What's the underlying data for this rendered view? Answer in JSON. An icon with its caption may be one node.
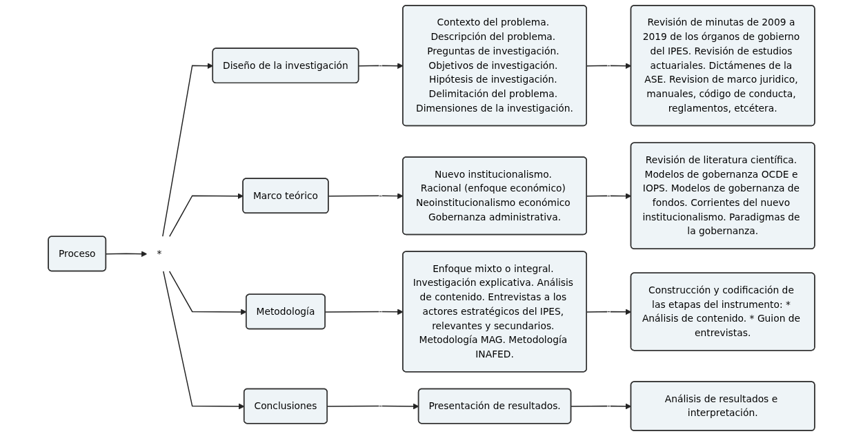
{
  "diagram": {
    "nodes": [
      {
        "text": [
          "Proceso"
        ]
      },
      {
        "text": [
          "*"
        ]
      },
      {
        "text": [
          "Diseño de la investigación"
        ]
      },
      {
        "text": [
          "Contexto del problema. Descripción del problema. Preguntas de investigación. Objetivos de investigación. Hipótesis de investigación. Delimitación del problema. Dimensiones de la investigación."
        ]
      },
      {
        "text": [
          "Revisión de minutas de 2009 a 2019 de los órganos de gobierno del IPES. Revisión de estudios actuariales. Dictámenes de la ASE. Revision de marco juridico, manuales, código de conducta, reglamentos, etcétera."
        ]
      },
      {
        "text": [
          "Marco teórico"
        ]
      },
      {
        "text": [
          "Nuevo institucionalismo. Racional (enfoque económico) Neoinstitucionalismo económico Gobernanza administrativa."
        ]
      },
      {
        "text": [
          "Revisión de literatura científica. Modelos de gobernanza OCDE e IOPS. Modelos de gobernanza de fondos. Corrientes del nuevo institucionalismo. Paradigmas de la gobernanza."
        ]
      },
      {
        "text": [
          "Metodología"
        ]
      },
      {
        "text": [
          "Enfoque mixto o integral. Investigación explicativa. Análisis de contenido. Entrevistas a los actores estratégicos del IPES, relevantes y secundarios. Metodología MAG. Metodología INAFED."
        ]
      },
      {
        "text": [
          "Construcción y codificación de las etapas del instrumento: * Análisis de contenido. * Guion de entrevistas."
        ]
      },
      {
        "text": [
          "Conclusiones"
        ]
      },
      {
        "text": [
          "Presentación de resultados."
        ]
      },
      {
        "text": [
          "Análisis de resultados e interpretación."
        ]
      }
    ],
    "edges": [
      {
        "from": 0,
        "to": 1,
        "arrow": "to"
      },
      {
        "from": 1,
        "to": 2,
        "arrow": "to"
      },
      {
        "from": 1,
        "to": 5,
        "arrow": "to"
      },
      {
        "from": 1,
        "to": 8,
        "arrow": "to"
      },
      {
        "from": 1,
        "to": 11,
        "arrow": "to"
      },
      {
        "from": 2,
        "to": 3,
        "arrow": "to",
        "label": "-"
      },
      {
        "from": 3,
        "to": 4,
        "arrow": "to",
        "label": "-"
      },
      {
        "from": 5,
        "to": 6,
        "arrow": "to",
        "label": "-"
      },
      {
        "from": 6,
        "to": 7,
        "arrow": "to",
        "label": "-"
      },
      {
        "from": 8,
        "to": 9,
        "arrow": "to",
        "label": "-"
      },
      {
        "from": 9,
        "to": 10,
        "arrow": "to",
        "label": "-"
      },
      {
        "from": 11,
        "to": 12,
        "arrow": "to",
        "label": "-"
      },
      {
        "from": 12,
        "to": 13,
        "arrow": "to",
        "label": "-"
      }
    ]
  }
}
